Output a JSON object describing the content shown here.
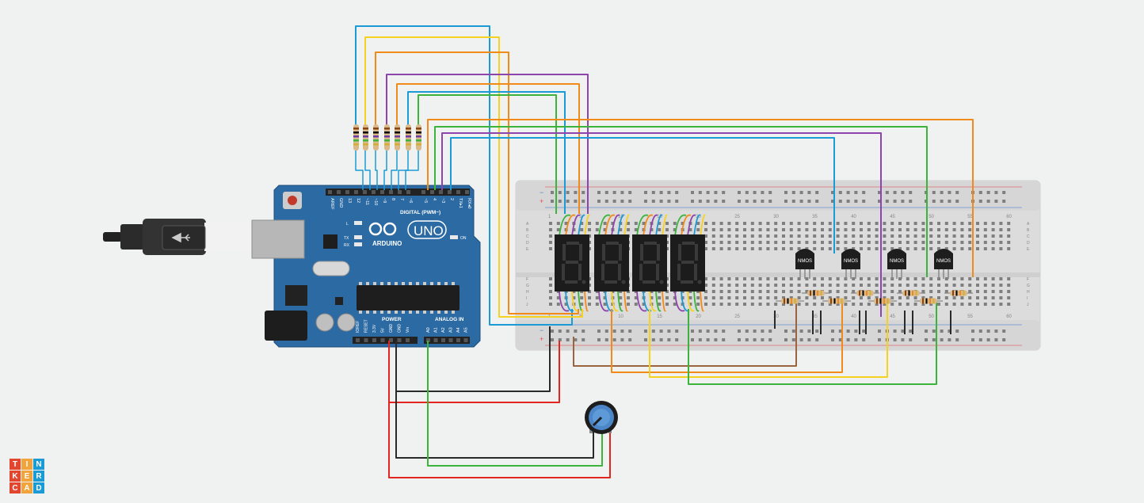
{
  "brand": {
    "letters": [
      "T",
      "I",
      "N",
      "K",
      "E",
      "R",
      "C",
      "A",
      "D"
    ],
    "colors": [
      "#e2462f",
      "#f2a33a",
      "#1a9bd6",
      "#e2462f",
      "#f2a33a",
      "#1a9bd6",
      "#e2462f",
      "#f2a33a",
      "#1a9bd6"
    ]
  },
  "arduino": {
    "logo_text": "ARDUINO",
    "model": "UNO",
    "digital_label": "DIGITAL (PWM~)",
    "power_label": "POWER",
    "analog_label": "ANALOG IN",
    "on_label": "ON",
    "led_labels": [
      "L",
      "TX",
      "RX"
    ],
    "digital_pins": [
      "AREF",
      "GND",
      "13",
      "12",
      "~11",
      "~10",
      "~9",
      "8",
      "7",
      "~6",
      "~5",
      "4",
      "~3",
      "2",
      "TX▸1",
      "RX◂0"
    ],
    "power_pins": [
      "IOREF",
      "RESET",
      "3.3V",
      "5V",
      "GND",
      "GND",
      "Vin"
    ],
    "analog_pins": [
      "A0",
      "A1",
      "A2",
      "A3",
      "A4",
      "A5"
    ]
  },
  "breadboard": {
    "column_numbers": [
      "1",
      "5",
      "10",
      "15",
      "20",
      "25",
      "30",
      "35",
      "40",
      "45",
      "50",
      "55",
      "60"
    ],
    "row_letters_top": [
      "A",
      "B",
      "C",
      "D",
      "E"
    ],
    "row_letters_bottom": [
      "F",
      "G",
      "H",
      "I",
      "J"
    ],
    "rail_plus": "+",
    "rail_minus": "−"
  },
  "transistors": [
    {
      "label": "NMOS"
    },
    {
      "label": "NMOS"
    },
    {
      "label": "NMOS"
    },
    {
      "label": "NMOS"
    }
  ],
  "wire_colors": {
    "blue": "#1a9bd6",
    "yellow": "#f5d21f",
    "orange": "#f28a1a",
    "purple": "#8e44ad",
    "green": "#3cb43c",
    "red": "#e2261f",
    "black": "#2a2a2a",
    "brown": "#9a6440"
  }
}
